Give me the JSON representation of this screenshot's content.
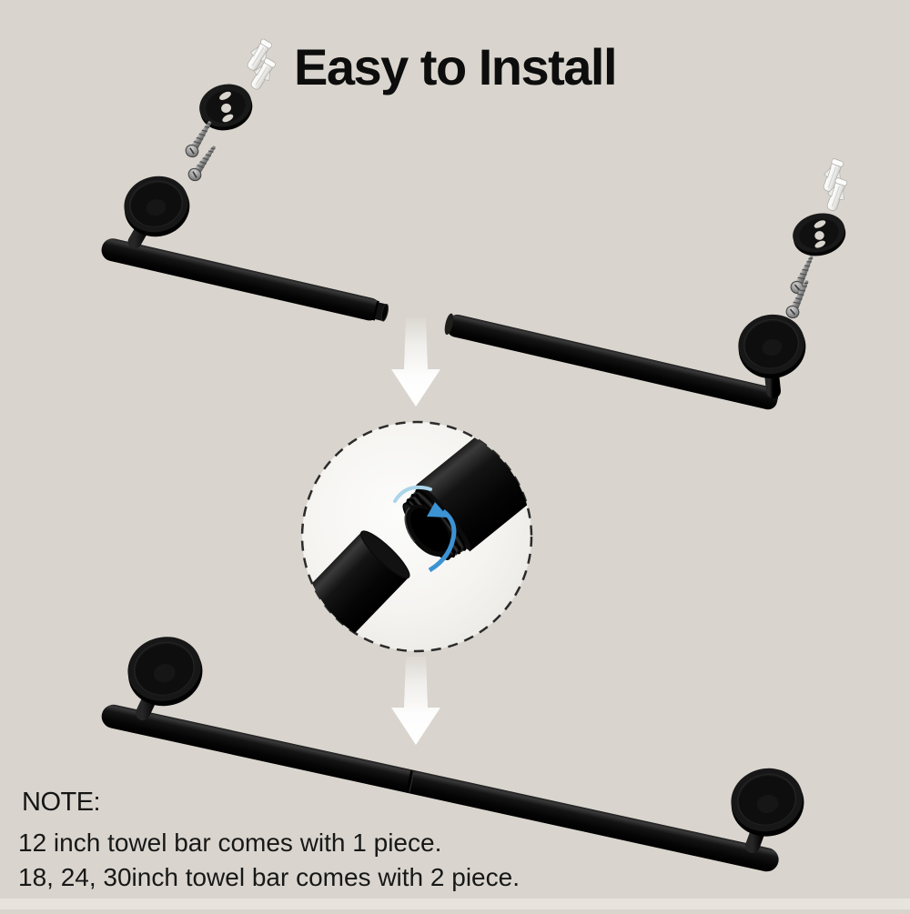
{
  "title": "Easy to Install",
  "note": {
    "heading": "NOTE:",
    "line1": "12 inch towel bar comes with 1 piece.",
    "line2": "18, 24, 30inch towel bar comes with 2 piece."
  },
  "icons": {
    "down_arrow": "⬇",
    "rotation_arrow": "↻"
  },
  "colors": {
    "background": "#d9d5ce",
    "product_black": "#141414",
    "arrow_white": "#ffffff",
    "rotation_arrow_blue": "#3c93d4",
    "rotation_arrow_light_blue": "#abd4e9",
    "screw_silver": "#a9a9a9",
    "anchor_white": "#f4f4f4",
    "text_black": "#111111"
  }
}
